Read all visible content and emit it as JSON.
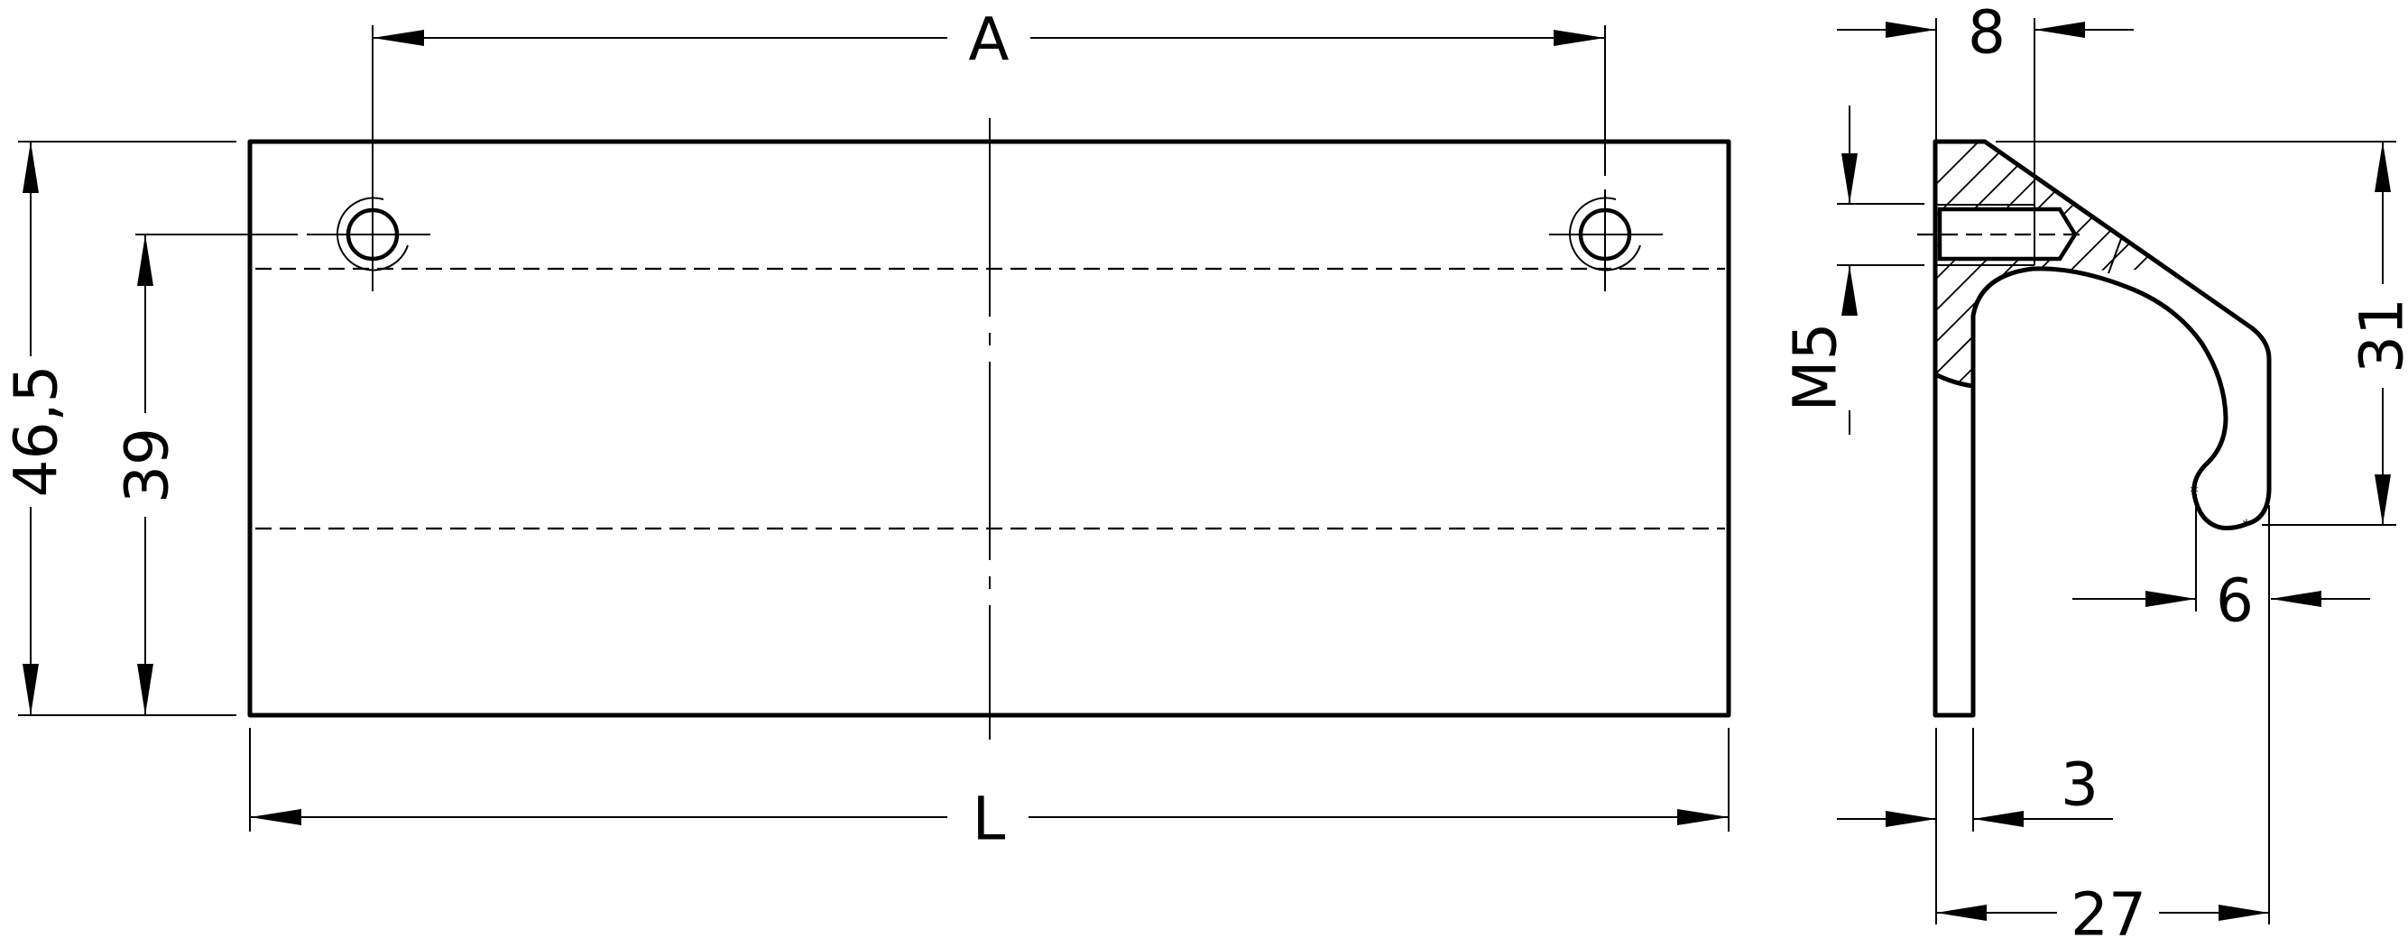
{
  "drawing": {
    "title": "Handle profile technical drawing",
    "views": [
      "front-view",
      "side-section-view"
    ],
    "colors": {
      "line": "#000000",
      "background": "#ffffff"
    }
  },
  "front_view": {
    "dimensions": {
      "hole_spacing": {
        "label": "A"
      },
      "length": {
        "label": "L"
      },
      "total_height": {
        "label": "46,5"
      },
      "hole_height": {
        "label": "39"
      }
    },
    "holes": 2
  },
  "side_view": {
    "dimensions": {
      "top_depth": {
        "label": "8"
      },
      "thread": {
        "label": "M5"
      },
      "hook_height": {
        "label": "31"
      },
      "grip_width": {
        "label": "6"
      },
      "plate_thickness": {
        "label": "3"
      },
      "total_depth": {
        "label": "27"
      }
    }
  }
}
